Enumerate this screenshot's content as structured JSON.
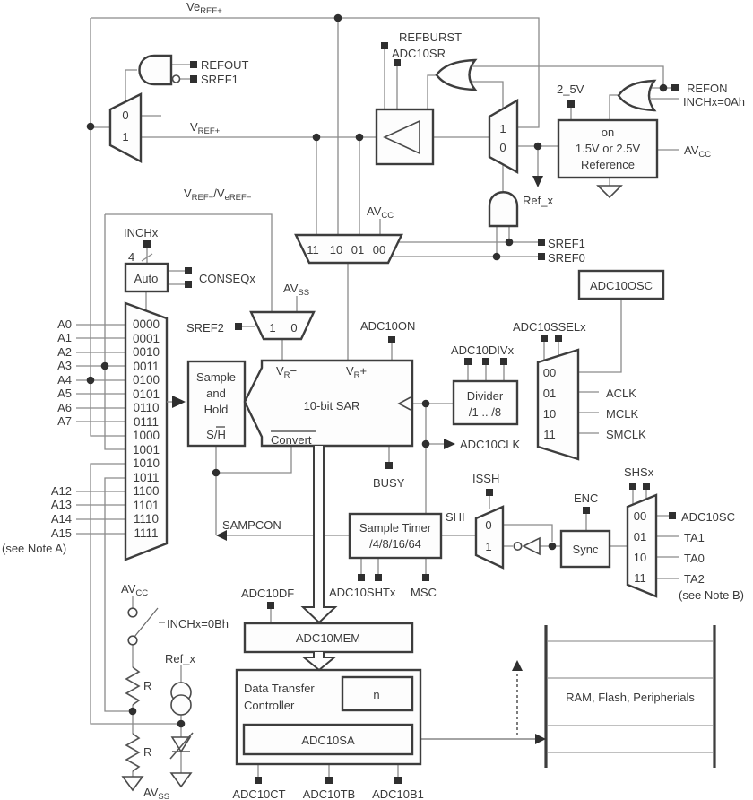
{
  "title": "ADC10 block diagram",
  "colors": {
    "wire": "#8a8a8a",
    "shape": "#3d3d3d",
    "text": "#3a3a3a",
    "background": "#ffffff"
  },
  "top": {
    "veref_plus": {
      "main": "Ve",
      "sub": "REF+"
    },
    "refout": "REFOUT",
    "sref1_gate": "SREF1",
    "vref_plus": {
      "main": "V",
      "sub": "REF+"
    },
    "refburst": "REFBURST",
    "adc10sr": "ADC10SR",
    "v2_5": "2_5V",
    "refon": "REFON",
    "inchx_0ah": "INCHx=0Ah",
    "ref_box_line1": "on",
    "ref_box_line2": "1.5V or 2.5V",
    "ref_box_line3": "Reference",
    "avcc": {
      "main": "AV",
      "sub": "CC"
    },
    "ref_x": "Ref_x",
    "sref1": "SREF1",
    "sref0": "SREF0",
    "vref_minus": {
      "p1": "V",
      "p2": "REF−",
      "p3": "/V",
      "p4": "eREF−"
    },
    "mux_codes": [
      "11",
      "10",
      "01",
      "00"
    ]
  },
  "input": {
    "inchx": "INCHx",
    "bus_width": "4",
    "auto": "Auto",
    "conseqx": "CONSEQx",
    "channels_top": [
      "A0",
      "A1",
      "A2",
      "A3",
      "A4",
      "A5",
      "A6",
      "A7"
    ],
    "channels_bottom": [
      "A12",
      "A13",
      "A14",
      "A15"
    ],
    "note_a": "(see Note A)",
    "codes": [
      "0000",
      "0001",
      "0010",
      "0011",
      "0100",
      "0101",
      "0110",
      "0111",
      "1000",
      "1001",
      "1010",
      "1011",
      "1100",
      "1101",
      "1110",
      "1111"
    ]
  },
  "sref2": {
    "label": "SREF2",
    "avss": {
      "main": "AV",
      "sub": "SS"
    }
  },
  "mux": {
    "zero": "0",
    "one": "1"
  },
  "sar": {
    "sample": "Sample",
    "and": "and",
    "hold": "Hold",
    "sh_pre": "S/",
    "sh_bar": "H",
    "vr_minus": {
      "main": "V",
      "sub": "R",
      "post": "−"
    },
    "vr_plus": {
      "main": "V",
      "sub": "R",
      "post": "+"
    },
    "name": "10-bit SAR",
    "convert": "Convert",
    "busy": "BUSY",
    "adc10on": "ADC10ON"
  },
  "clock": {
    "adc10osc": "ADC10OSC",
    "adc10sselx": "ADC10SSELx",
    "adc10divx": "ADC10DIVx",
    "divider_line1": "Divider",
    "divider_line2": "/1 .. /8",
    "codes": [
      "00",
      "01",
      "10",
      "11"
    ],
    "aclk": "ACLK",
    "mclk": "MCLK",
    "smclk": "SMCLK",
    "adc10clk": "ADC10CLK"
  },
  "timer": {
    "box_line1": "Sample Timer",
    "box_line2": "/4/8/16/64",
    "adc10shtx": "ADC10SHTx",
    "msc": "MSC",
    "sampcon": "SAMPCON",
    "shi": "SHI",
    "issh": "ISSH"
  },
  "trigger": {
    "enc": "ENC",
    "sync": "Sync",
    "shsx": "SHSx",
    "codes": [
      "00",
      "01",
      "10",
      "11"
    ],
    "adc10sc": "ADC10SC",
    "ta1": "TA1",
    "ta0": "TA0",
    "ta2": "TA2",
    "note_b": "(see Note B)"
  },
  "dtc": {
    "adc10df": "ADC10DF",
    "adc10mem": "ADC10MEM",
    "line1": "Data Transfer",
    "line2": "Controller",
    "n": "n",
    "adc10sa": "ADC10SA",
    "adc10ct": "ADC10CT",
    "adc10tb": "ADC10TB",
    "adc10b1": "ADC10B1",
    "ram": "RAM, Flash, Peripherials"
  },
  "analog": {
    "avcc": {
      "main": "AV",
      "sub": "CC"
    },
    "inchx_0bh": "INCHx=0Bh",
    "ref_x": "Ref_x",
    "r_top": "R",
    "r_bottom": "R",
    "avss": {
      "main": "AV",
      "sub": "SS"
    }
  }
}
